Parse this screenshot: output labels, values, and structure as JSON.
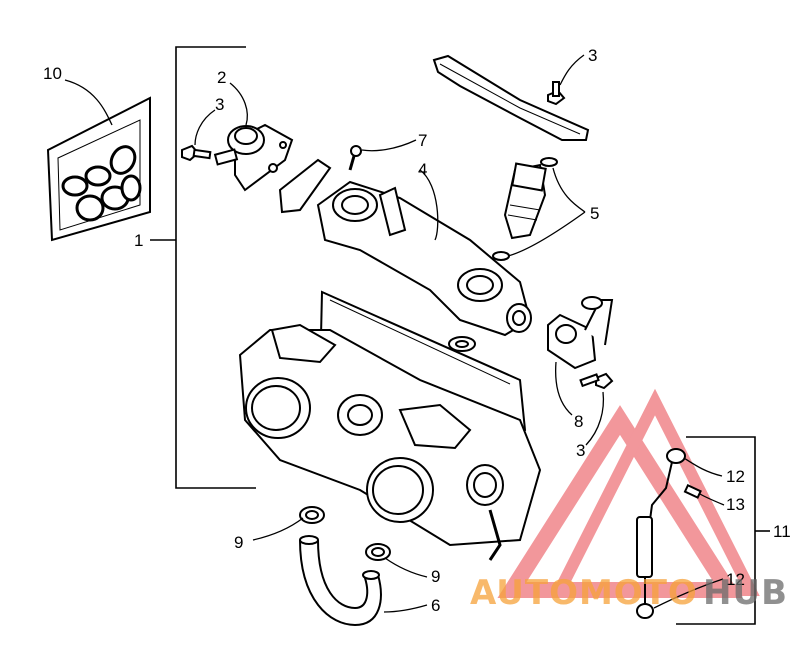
{
  "diagram": {
    "callouts": {
      "c10": "10",
      "c2": "2",
      "c3a": "3",
      "c3b": "3",
      "c7": "7",
      "c4": "4",
      "c5": "5",
      "c1": "1",
      "c8": "8",
      "c3c": "3",
      "c12a": "12",
      "c13": "13",
      "c11": "11",
      "c12b": "12",
      "c9a": "9",
      "c9b": "9",
      "c6": "6"
    }
  },
  "watermark": {
    "part1": "AUTOMOTO",
    "part2": "HUB",
    "color_red": "#e8434a",
    "color_orange": "#f6a23a",
    "color_gray": "#6b6b6b"
  }
}
